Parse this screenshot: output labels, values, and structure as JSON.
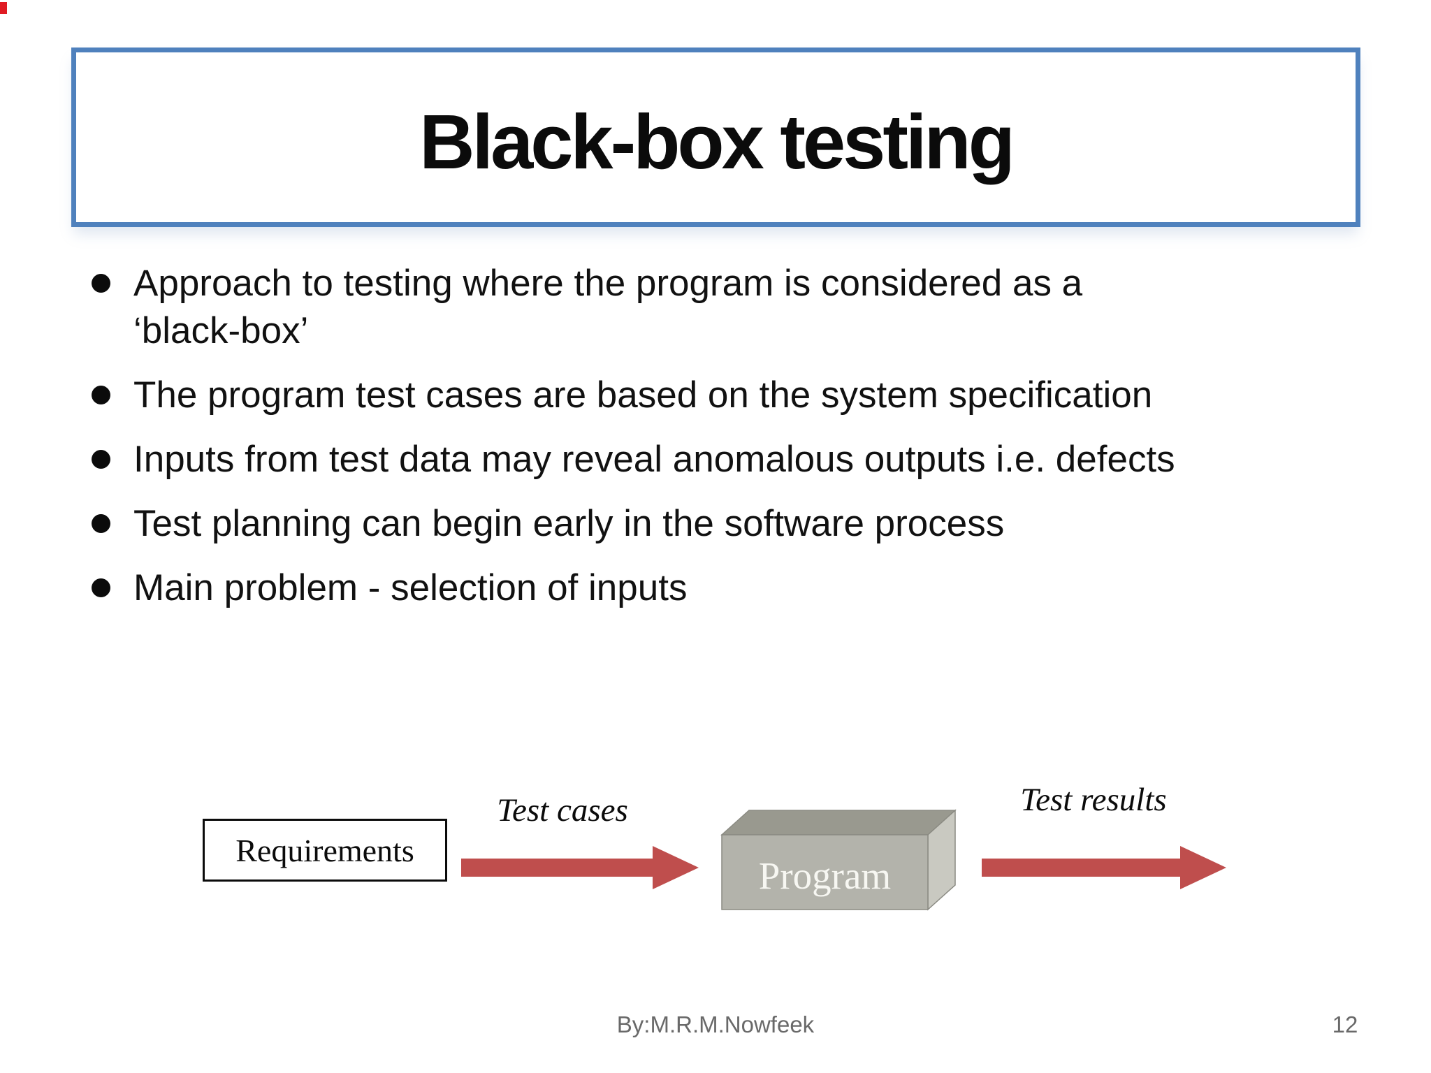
{
  "slide": {
    "accent_strip_color": "#e01b24",
    "title_border_color": "#4f81bd"
  },
  "title": {
    "text": "Black-box testing"
  },
  "bullets": {
    "items": [
      {
        "lines": [
          "Approach to testing where the program is considered as a",
          "‘black-box’"
        ]
      },
      {
        "lines": [
          "The program test cases are based on the system specification"
        ]
      },
      {
        "lines": [
          "Inputs from test data may reveal anomalous outputs i.e. defects"
        ]
      },
      {
        "lines": [
          "Test planning can begin early in the software process"
        ]
      },
      {
        "lines": [
          "Main problem - selection of inputs"
        ]
      }
    ]
  },
  "diagram": {
    "requirements_label": "Requirements",
    "test_cases_label": "Test cases",
    "program_label": "Program",
    "test_results_label": "Test results",
    "arrow_color": "#bf4e4d",
    "program_box": {
      "front_color": "#b3b3ab",
      "top_color": "#99998f",
      "side_color": "#c9c9c1",
      "edge_color": "#8a8a82"
    }
  },
  "footer": {
    "author": "By:M.R.M.Nowfeek",
    "page_number": "12"
  }
}
